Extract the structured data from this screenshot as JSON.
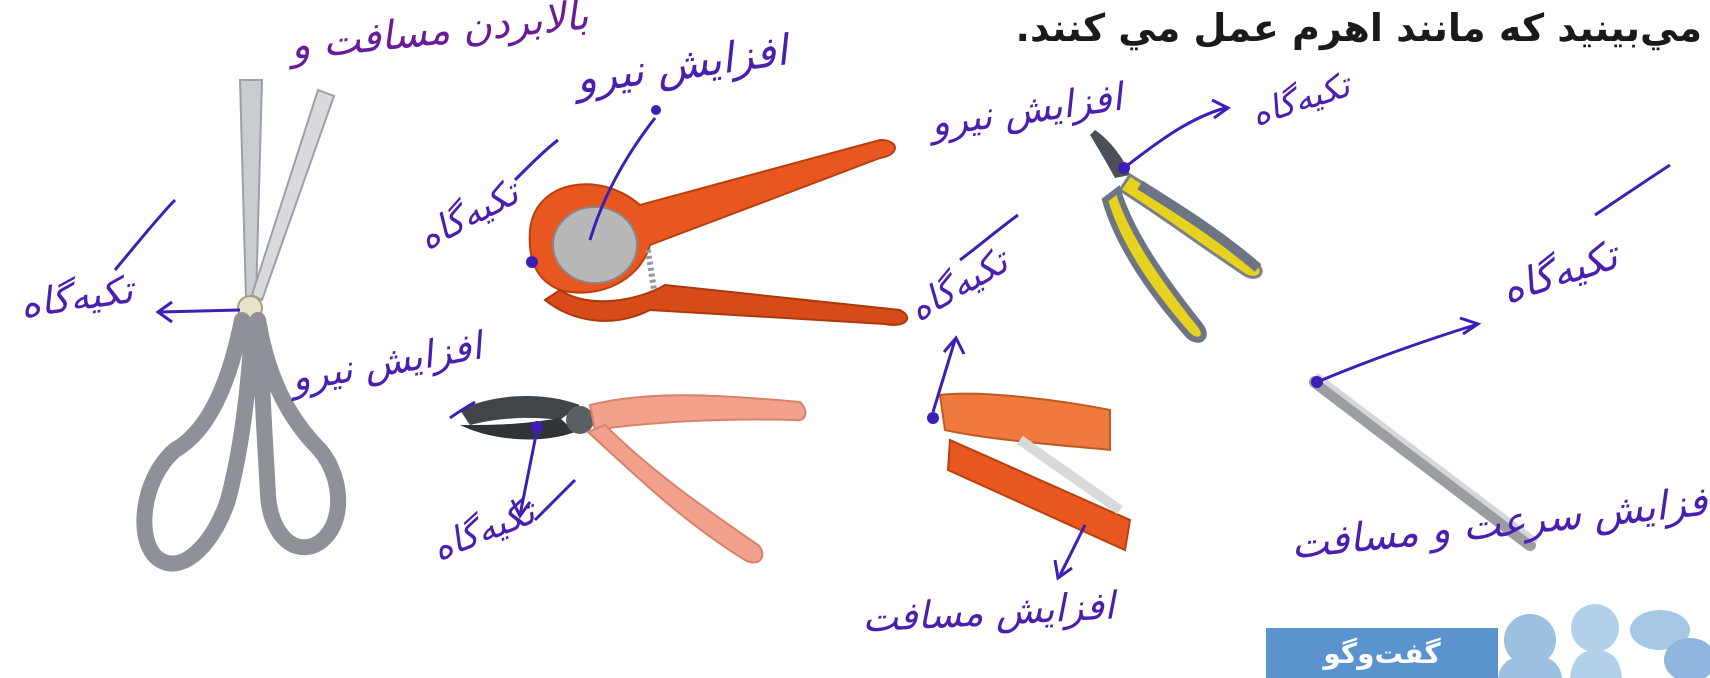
{
  "heading": "مي‌بينيد که مانند اهرم عمل مي کنند.",
  "notes": {
    "scissors_top": "بالابردن مسافت و",
    "scissors_fulcrum": "تکیه‌گاه",
    "nutcracker_force": "افزایش نیرو",
    "nutcracker_fulcrum": "تکیه‌گاه",
    "pliers_force": "افزایش نیرو",
    "pliers_fulcrum": "تکیه‌گاه",
    "cutter_force": "افزایش نیرو",
    "cutter_fulcrum": "تکیه‌گاه",
    "stapler_fulcrum": "تکیه‌گاه",
    "stapler_distance": "افزایش مسافت",
    "tweezers_fulcrum": "تکیه‌گاه",
    "tweezers_note": "افزایش سرعت و مسافت"
  },
  "dialog_tab_label": "گفت‌وگو",
  "colors": {
    "ink_blue": "#3d1fb8",
    "ink_purple": "#6a1b9a",
    "tool_orange": "#e8571f",
    "pliers_yellow": "#e6d21f",
    "pliers_gray": "#6d7585",
    "tab_blue": "#5b93cf"
  },
  "icons": {
    "scissors": "scissors-icon",
    "nutcracker": "nutcracker-icon",
    "pliers": "pliers-icon",
    "wire_cutter": "wire-cutter-icon",
    "stapler": "stapler-icon",
    "tweezers": "tweezers-icon",
    "people": "people-icon"
  }
}
